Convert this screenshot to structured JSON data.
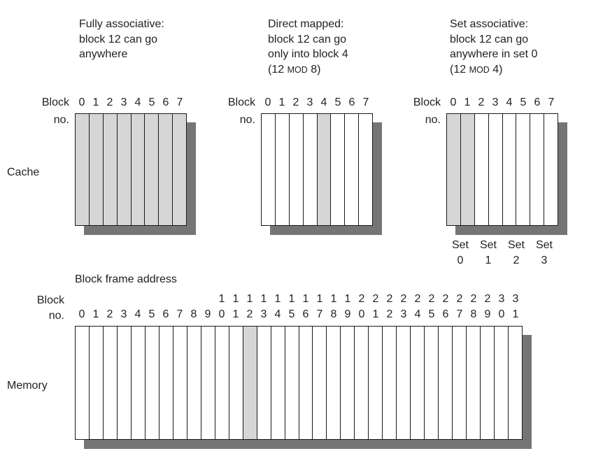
{
  "colors": {
    "background": "#ffffff",
    "text": "#231f20",
    "border": "#1a1a1a",
    "shaded_cell": "#d6d6d6",
    "unshaded_cell": "#ffffff",
    "shadow": "#757575"
  },
  "cache_label": "Cache",
  "caches": [
    {
      "caption_lines": [
        "Fully associative:",
        "block 12 can go",
        "anywhere"
      ],
      "row_label_line1": "Block",
      "row_label_line2": "no.",
      "block_numbers": [
        "0",
        "1",
        "2",
        "3",
        "4",
        "5",
        "6",
        "7"
      ],
      "shaded_blocks": [
        0,
        1,
        2,
        3,
        4,
        5,
        6,
        7
      ]
    },
    {
      "caption_lines": [
        "Direct mapped:",
        "block 12 can go",
        "only into block 4",
        "(12 MOD 8)"
      ],
      "row_label_line1": "Block",
      "row_label_line2": "no.",
      "block_numbers": [
        "0",
        "1",
        "2",
        "3",
        "4",
        "5",
        "6",
        "7"
      ],
      "shaded_blocks": [
        4
      ]
    },
    {
      "caption_lines": [
        "Set associative:",
        "block 12 can go",
        "anywhere in set 0",
        "(12 MOD 4)"
      ],
      "row_label_line1": "Block",
      "row_label_line2": "no.",
      "block_numbers": [
        "0",
        "1",
        "2",
        "3",
        "4",
        "5",
        "6",
        "7"
      ],
      "shaded_blocks": [
        0,
        1
      ],
      "sets": [
        {
          "word": "Set",
          "number": "0"
        },
        {
          "word": "Set",
          "number": "1"
        },
        {
          "word": "Set",
          "number": "2"
        },
        {
          "word": "Set",
          "number": "3"
        }
      ]
    }
  ],
  "memory": {
    "title": "Block frame address",
    "row_label_line1": "Block",
    "row_label_line2": "no.",
    "block_numbers": [
      "0",
      "1",
      "2",
      "3",
      "4",
      "5",
      "6",
      "7",
      "8",
      "9",
      "10",
      "11",
      "12",
      "13",
      "14",
      "15",
      "16",
      "17",
      "18",
      "19",
      "20",
      "21",
      "22",
      "23",
      "24",
      "25",
      "26",
      "27",
      "28",
      "29",
      "30",
      "31"
    ],
    "shaded_blocks": [
      12
    ],
    "label": "Memory"
  }
}
